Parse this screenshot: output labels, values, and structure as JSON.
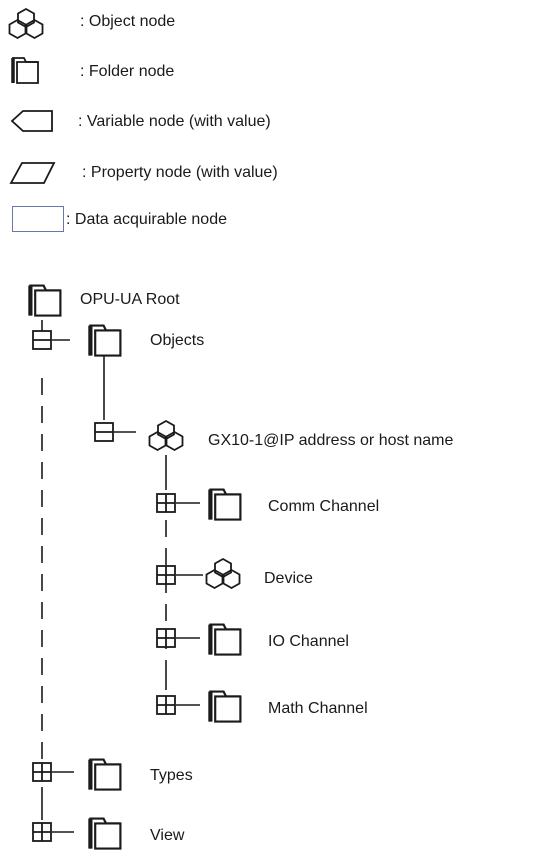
{
  "legend": {
    "object": ": Object node",
    "folder": ": Folder node",
    "variable": ": Variable node (with value)",
    "property": ": Property node (with value)",
    "acquirable": ": Data acquirable node"
  },
  "tree": {
    "root": "OPU-UA Root",
    "objects": "Objects",
    "gx10": "GX10-1@IP address or host name",
    "comm": "Comm Channel",
    "device": "Device",
    "io": "IO Channel",
    "math": "Math Channel",
    "types": "Types",
    "view": "View"
  }
}
